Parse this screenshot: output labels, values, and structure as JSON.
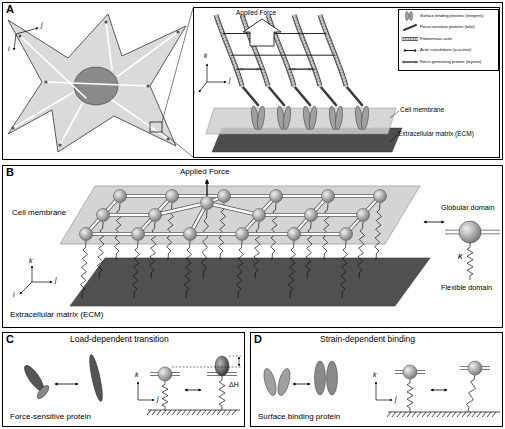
{
  "diagram": {
    "nodes": [
      {
        "text": [
          "A"
        ]
      },
      {
        "text": [
          "Applied Force",
          "Cell membrane",
          "Extracellular matrix (ECM)"
        ],
        "in": 0
      },
      {
        "text": [
          "B"
        ]
      },
      {
        "text": [
          "C",
          "Load-dependent transition"
        ]
      },
      {
        "text": [
          "D",
          "Strain-dependent binding"
        ]
      }
    ],
    "labels": [
      "j",
      "i",
      "k",
      "i",
      "j",
      "Applied Force",
      "Cell membrane",
      "Globular domain",
      "κ",
      "Flexible domain",
      "k",
      "i",
      "j",
      "Extracellular matrix (ECM)",
      "Force-sensitive protein",
      "k",
      "j",
      "ΔH",
      "Surface binding protein",
      "k",
      "j"
    ],
    "legend": [
      {
        "text": "Surface binding proteins (integrins)"
      },
      {
        "text": "Force-sensitive proteins (talin)"
      },
      {
        "text": "Filamentous actin"
      },
      {
        "text": "Actin crosslinkers (α-actinin)"
      },
      {
        "text": "Force generating protein (myosin)"
      }
    ]
  }
}
